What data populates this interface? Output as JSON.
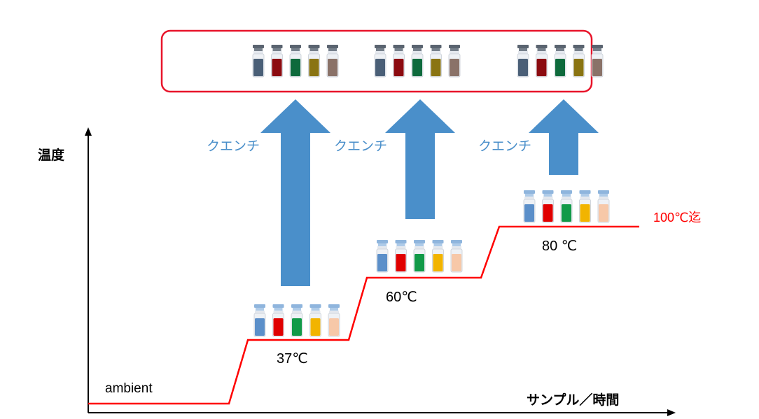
{
  "axes": {
    "y_label": "温度",
    "x_label": "サンプル／時間"
  },
  "baseline_label": "ambient",
  "stages": [
    {
      "temp_label": "37℃",
      "quench_label": "クエンチ"
    },
    {
      "temp_label": "60℃",
      "quench_label": "クエンチ"
    },
    {
      "temp_label": "80 ℃",
      "quench_label": "クエンチ"
    }
  ],
  "final_label": "100℃迄",
  "vial_colors": [
    "#5b8fc9",
    "#e00000",
    "#119a48",
    "#f2b400",
    "#f7c8a8"
  ],
  "quenched_vial_colors": [
    "#4a5f77",
    "#8c0b10",
    "#0e6a3c",
    "#8a7412",
    "#8a7268"
  ],
  "colors": {
    "temperature_line": "#ff0000",
    "quench_arrow": "#4a8fca",
    "quench_text": "#4a8fca",
    "collection_box_border": "#e8142a",
    "final_label": "#ff0000"
  }
}
